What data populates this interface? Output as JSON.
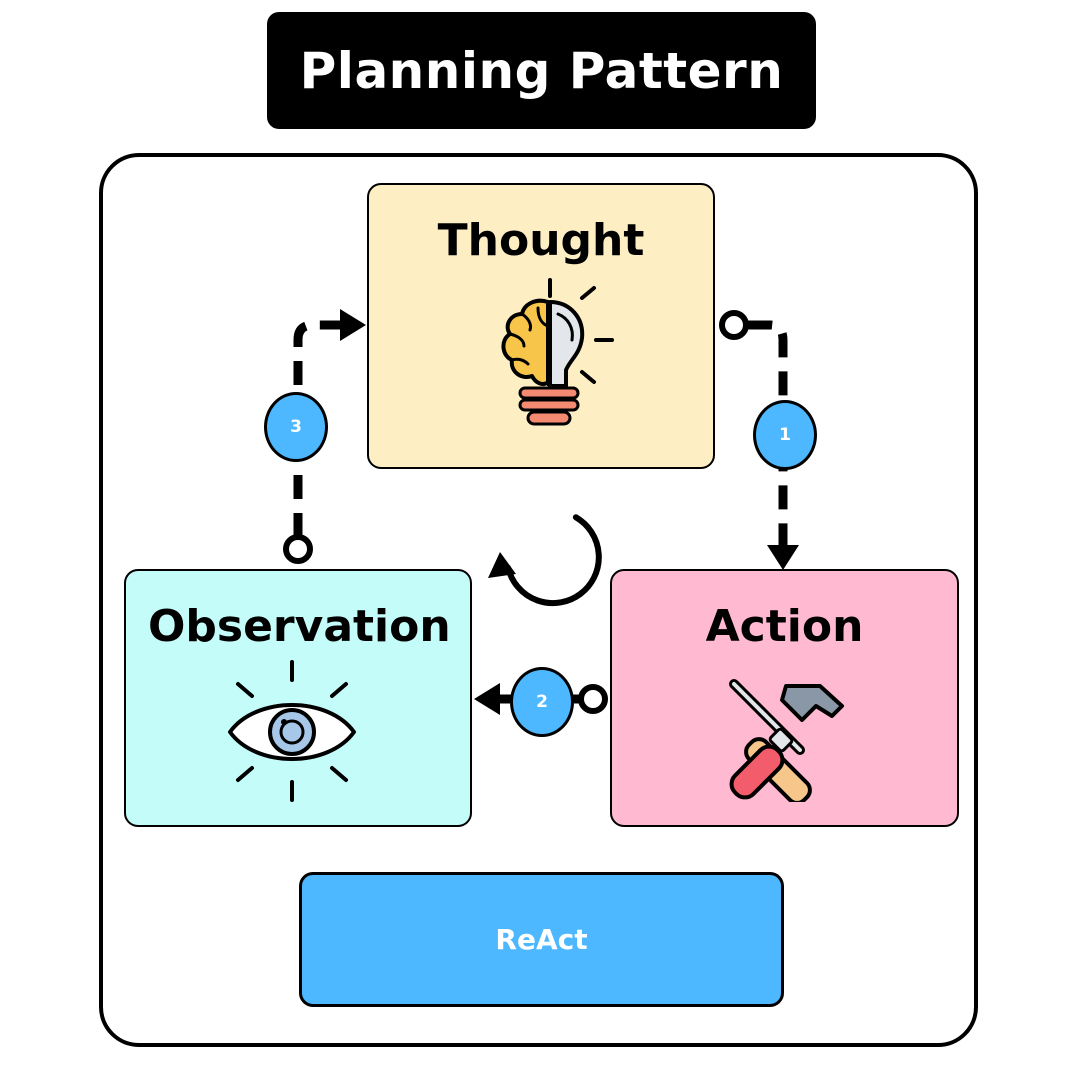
{
  "title": "Planning Pattern",
  "nodes": {
    "thought": {
      "label": "Thought",
      "icon": "brain-bulb-icon",
      "color": "#fdefc3"
    },
    "action": {
      "label": "Action",
      "icon": "tools-icon",
      "color": "#ffb9d1"
    },
    "observation": {
      "label": "Observation",
      "icon": "eye-icon",
      "color": "#c3fcf9"
    }
  },
  "steps": [
    {
      "number": "1",
      "from": "Thought",
      "to": "Action"
    },
    {
      "number": "2",
      "from": "Action",
      "to": "Observation"
    },
    {
      "number": "3",
      "from": "Observation",
      "to": "Thought"
    }
  ],
  "cycle_icon": "cycle-arrow-icon",
  "pattern_name": "ReAct",
  "accent_color": "#4db8ff"
}
